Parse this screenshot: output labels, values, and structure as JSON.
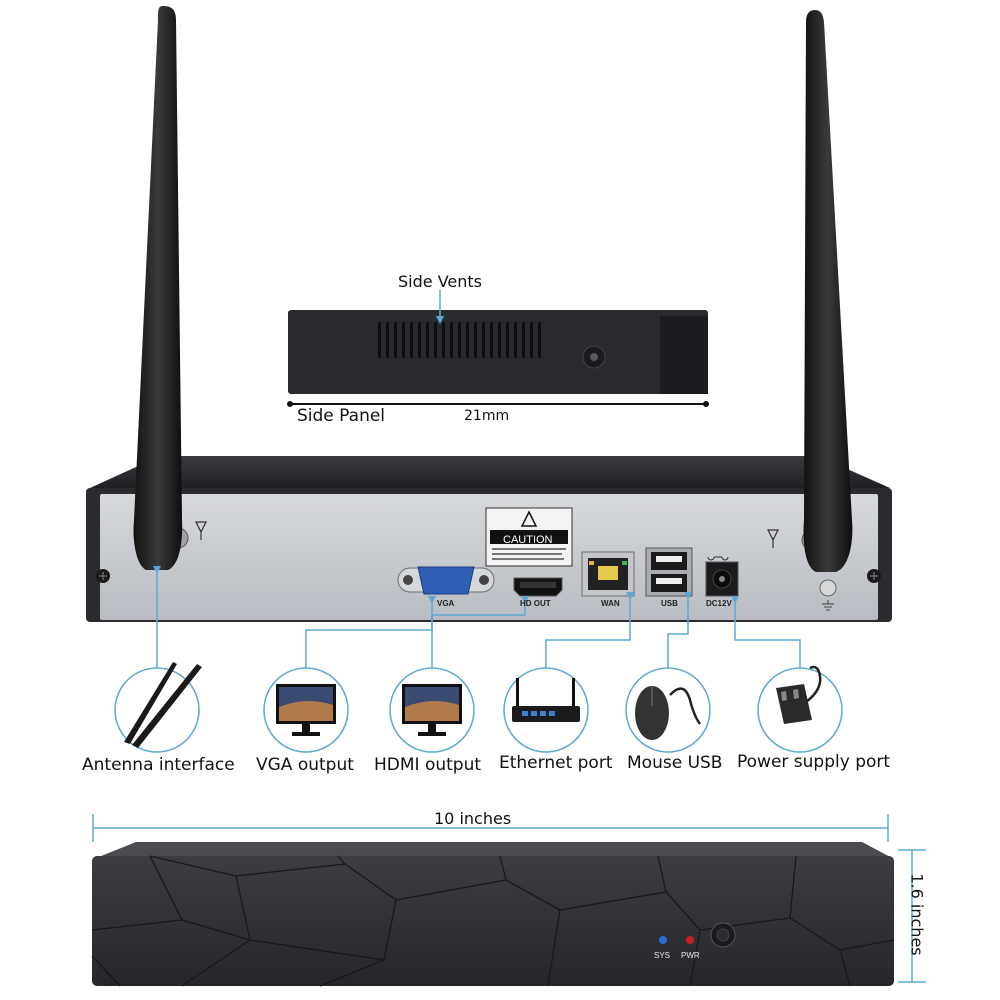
{
  "side_view": {
    "vents_label": "Side Vents",
    "panel_label": "Side Panel",
    "depth_label": "21mm"
  },
  "rear_panel": {
    "caution_text": "CAUTION",
    "ports": {
      "vga": "VGA",
      "hdmi": "HD OUT",
      "wan": "WAN",
      "usb": "USB",
      "dc": "DC12V"
    }
  },
  "features": [
    {
      "label": "Antenna interface"
    },
    {
      "label": "VGA output"
    },
    {
      "label": "HDMI output"
    },
    {
      "label": "Ethernet port"
    },
    {
      "label": "Mouse USB"
    },
    {
      "label": "Power supply port"
    }
  ],
  "front_view": {
    "width_label": "10 inches",
    "height_label": "1.6 inches",
    "led_sys": "SYS",
    "led_pwr": "PWR"
  },
  "colors": {
    "accent_line": "#5fa8d3",
    "chassis_dark": "#2b2c30",
    "panel_silver": "#c9ccd1"
  }
}
